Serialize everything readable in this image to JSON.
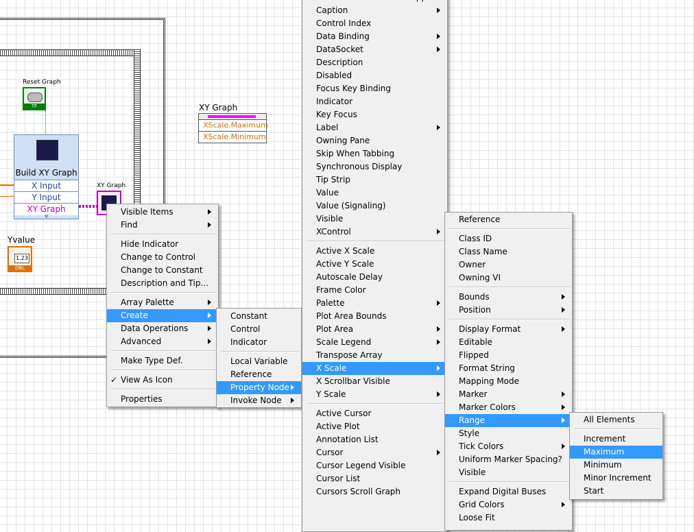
{
  "diagram": {
    "reset_graph_label": "Reset Graph",
    "reset_graph_terminal": "TF",
    "build_xy_graph": {
      "title": "Build XY Graph",
      "x_input": "X Input",
      "y_input": "Y Input",
      "xy_graph": "XY Graph"
    },
    "xy_graph_terminal_label": "XY Graph",
    "yvalue_label": "Yvalue",
    "yvalue_value": "1.23",
    "yvalue_type": "DBL",
    "property_node": {
      "label": "XY Graph",
      "props": [
        "XScale.Maximum",
        "XScale.Minimum"
      ]
    }
  },
  "menu1": {
    "items": [
      {
        "label": "Visible Items",
        "sub": true
      },
      {
        "label": "Find",
        "sub": true
      },
      {
        "sep": true
      },
      {
        "label": "Hide Indicator"
      },
      {
        "label": "Change to Control"
      },
      {
        "label": "Change to Constant"
      },
      {
        "label": "Description and Tip..."
      },
      {
        "sep": true
      },
      {
        "label": "Array Palette",
        "sub": true
      },
      {
        "label": "Create",
        "sub": true,
        "hl": true
      },
      {
        "label": "Data Operations",
        "sub": true
      },
      {
        "label": "Advanced",
        "sub": true
      },
      {
        "sep": true
      },
      {
        "label": "Make Type Def."
      },
      {
        "sep": true
      },
      {
        "label": "View As Icon",
        "check": "✓"
      },
      {
        "sep": true
      },
      {
        "label": "Properties"
      }
    ]
  },
  "menu2": {
    "items": [
      {
        "label": "Constant"
      },
      {
        "label": "Control"
      },
      {
        "label": "Indicator"
      },
      {
        "sep": true
      },
      {
        "label": "Local Variable"
      },
      {
        "label": "Reference"
      },
      {
        "label": "Property Node",
        "sub": true,
        "hl": true
      },
      {
        "label": "Invoke Node",
        "sub": true
      }
    ]
  },
  "menu3": {
    "items": [
      {
        "label": "Built-In Mouse Wheel Support"
      },
      {
        "label": "Caption",
        "sub": true
      },
      {
        "label": "Control Index"
      },
      {
        "label": "Data Binding",
        "sub": true
      },
      {
        "label": "DataSocket",
        "sub": true
      },
      {
        "label": "Description"
      },
      {
        "label": "Disabled"
      },
      {
        "label": "Focus Key Binding"
      },
      {
        "label": "Indicator"
      },
      {
        "label": "Key Focus"
      },
      {
        "label": "Label",
        "sub": true
      },
      {
        "label": "Owning Pane"
      },
      {
        "label": "Skip When Tabbing"
      },
      {
        "label": "Synchronous Display"
      },
      {
        "label": "Tip Strip"
      },
      {
        "label": "Value"
      },
      {
        "label": "Value (Signaling)"
      },
      {
        "label": "Visible"
      },
      {
        "label": "XControl",
        "sub": true
      },
      {
        "sep": true
      },
      {
        "label": "Active X Scale"
      },
      {
        "label": "Active Y Scale"
      },
      {
        "label": "Autoscale Delay"
      },
      {
        "label": "Frame Color"
      },
      {
        "label": "Palette",
        "sub": true
      },
      {
        "label": "Plot Area Bounds"
      },
      {
        "label": "Plot Area",
        "sub": true
      },
      {
        "label": "Scale Legend",
        "sub": true
      },
      {
        "label": "Transpose Array"
      },
      {
        "label": "X Scale",
        "sub": true,
        "hl": true
      },
      {
        "label": "X Scrollbar Visible"
      },
      {
        "label": "Y Scale",
        "sub": true
      },
      {
        "sep": true
      },
      {
        "label": "Active Cursor"
      },
      {
        "label": "Active Plot"
      },
      {
        "label": "Annotation List"
      },
      {
        "label": "Cursor",
        "sub": true
      },
      {
        "label": "Cursor Legend Visible"
      },
      {
        "label": "Cursor List"
      },
      {
        "label": "Cursors Scroll Graph"
      }
    ]
  },
  "menu4": {
    "items": [
      {
        "label": "Reference"
      },
      {
        "sep": true
      },
      {
        "label": "Class ID"
      },
      {
        "label": "Class Name"
      },
      {
        "label": "Owner"
      },
      {
        "label": "Owning VI"
      },
      {
        "sep": true
      },
      {
        "label": "Bounds",
        "sub": true
      },
      {
        "label": "Position",
        "sub": true
      },
      {
        "sep": true
      },
      {
        "label": "Display Format",
        "sub": true
      },
      {
        "label": "Editable"
      },
      {
        "label": "Flipped"
      },
      {
        "label": "Format String"
      },
      {
        "label": "Mapping Mode"
      },
      {
        "label": "Marker",
        "sub": true
      },
      {
        "label": "Marker Colors",
        "sub": true
      },
      {
        "label": "Range",
        "sub": true,
        "hl": true
      },
      {
        "label": "Style"
      },
      {
        "label": "Tick Colors",
        "sub": true
      },
      {
        "label": "Uniform Marker Spacing?"
      },
      {
        "label": "Visible"
      },
      {
        "sep": true
      },
      {
        "label": "Expand Digital Buses"
      },
      {
        "label": "Grid Colors",
        "sub": true
      },
      {
        "label": "Loose Fit"
      }
    ]
  },
  "menu5": {
    "items": [
      {
        "label": "All Elements"
      },
      {
        "sep": true
      },
      {
        "label": "Increment"
      },
      {
        "label": "Maximum",
        "hl": true
      },
      {
        "label": "Minimum"
      },
      {
        "label": "Minor Increment"
      },
      {
        "label": "Start"
      }
    ]
  }
}
